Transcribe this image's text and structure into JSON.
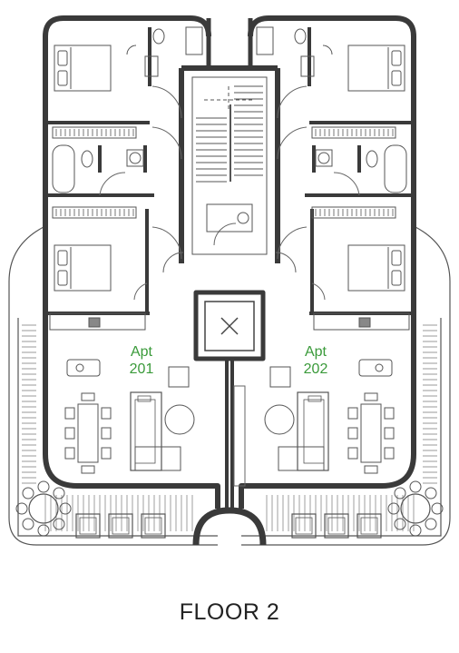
{
  "floor_title": "FLOOR 2",
  "apartments": [
    {
      "name": "Apt",
      "number": "201"
    },
    {
      "name": "Apt",
      "number": "202"
    }
  ],
  "colors": {
    "wall": "#3a3a3a",
    "line": "#555555",
    "label": "#3a9a3a"
  }
}
